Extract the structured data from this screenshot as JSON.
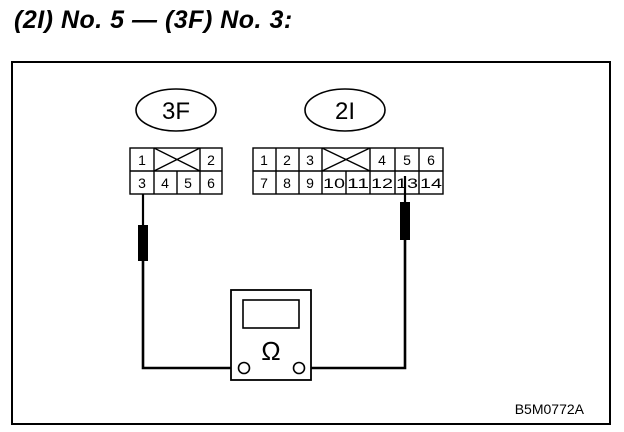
{
  "title": "(2I) No. 5 — (3F) No. 3:",
  "connector_3f": {
    "label": "3F",
    "row1": [
      "1",
      "",
      "2"
    ],
    "row2": [
      "3",
      "4",
      "5",
      "6"
    ]
  },
  "connector_2i": {
    "label": "2I",
    "row1": [
      "1",
      "2",
      "3",
      "",
      "4",
      "5",
      "6"
    ],
    "row2": [
      "7",
      "8",
      "9",
      "10",
      "11",
      "12",
      "13",
      "14"
    ]
  },
  "meter": {
    "symbol": "Ω"
  },
  "figure_code": "B5M0772A",
  "colors": {
    "line": "#000000",
    "background": "#ffffff"
  }
}
